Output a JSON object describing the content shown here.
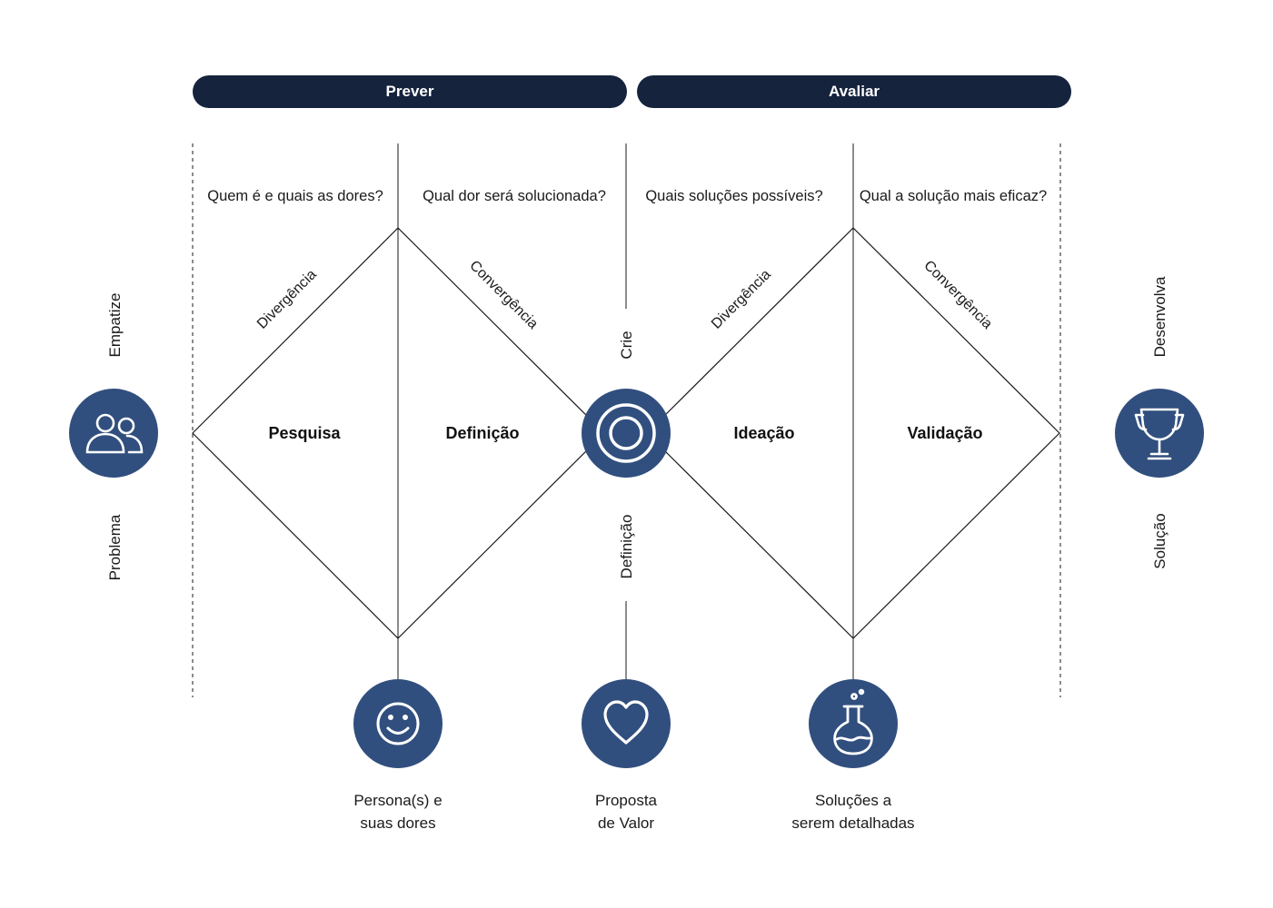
{
  "header": {
    "prever": "Prever",
    "avaliar": "Avaliar"
  },
  "questions": {
    "q1": "Quem é e quais as dores?",
    "q2": "Qual dor será solucionada?",
    "q3": "Quais soluções possíveis?",
    "q4": "Qual a solução mais eficaz?"
  },
  "phases": {
    "pesquisa": "Pesquisa",
    "definicao": "Definição",
    "ideacao": "Ideação",
    "validacao": "Validação"
  },
  "diagonal_labels": {
    "divergencia_1": "Divergência",
    "convergencia_1": "Convergência",
    "divergencia_2": "Divergência",
    "convergencia_2": "Convergência"
  },
  "center": {
    "crie": "Crie",
    "definicao": "Definição"
  },
  "left": {
    "empatize": "Empatize",
    "problema": "Problema",
    "icon": "people-icon"
  },
  "right": {
    "desenvolva": "Desenvolva",
    "solucao": "Solução",
    "icon": "trophy-icon"
  },
  "outputs": {
    "persona_line1": "Persona(s) e",
    "persona_line2": "suas dores",
    "proposta_line1": "Proposta",
    "proposta_line2": "de Valor",
    "solucoes_line1": "Soluções a",
    "solucoes_line2": "serem detalhadas"
  },
  "colors": {
    "pill": "#15233d",
    "circle": "#314f7e",
    "line": "#1a1a1a"
  }
}
